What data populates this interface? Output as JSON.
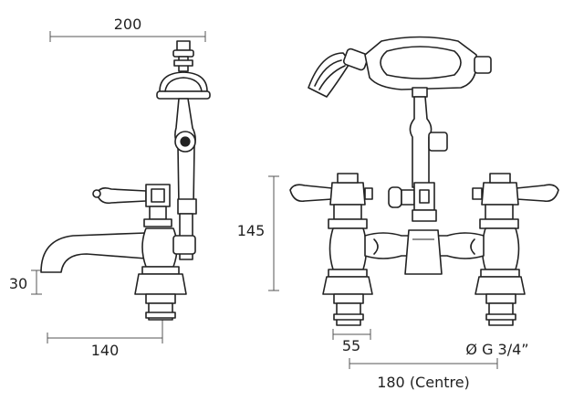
{
  "dimensions": {
    "side_height": "200",
    "spout_reach": "140",
    "spout_drop": "30",
    "front_height": "145",
    "inlet_width": "55",
    "thread": "Ø G 3/4”",
    "centres": "180 (Centre)"
  }
}
